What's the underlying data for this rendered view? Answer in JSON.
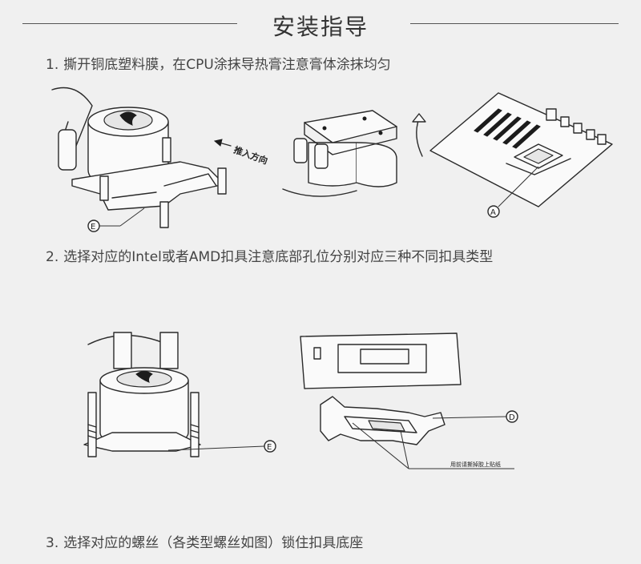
{
  "title": "安装指导",
  "steps": [
    {
      "num": "1.",
      "text": "撕开铜底塑料膜，在CPU涂抹导热膏注意膏体涂抹均匀"
    },
    {
      "num": "2.",
      "text": "选择对应的Intel或者AMD扣具注意底部孔位分别对应三种不同扣具类型"
    },
    {
      "num": "3.",
      "text": "选择对应的螺丝（各类型螺丝如图）锁住扣具底座"
    }
  ],
  "illustrations": {
    "push_direction": "推入方向",
    "callout_e": "E",
    "callout_a": "A",
    "callout_d": "D",
    "sticker_note": "用前请撕掉胶上贴纸"
  }
}
